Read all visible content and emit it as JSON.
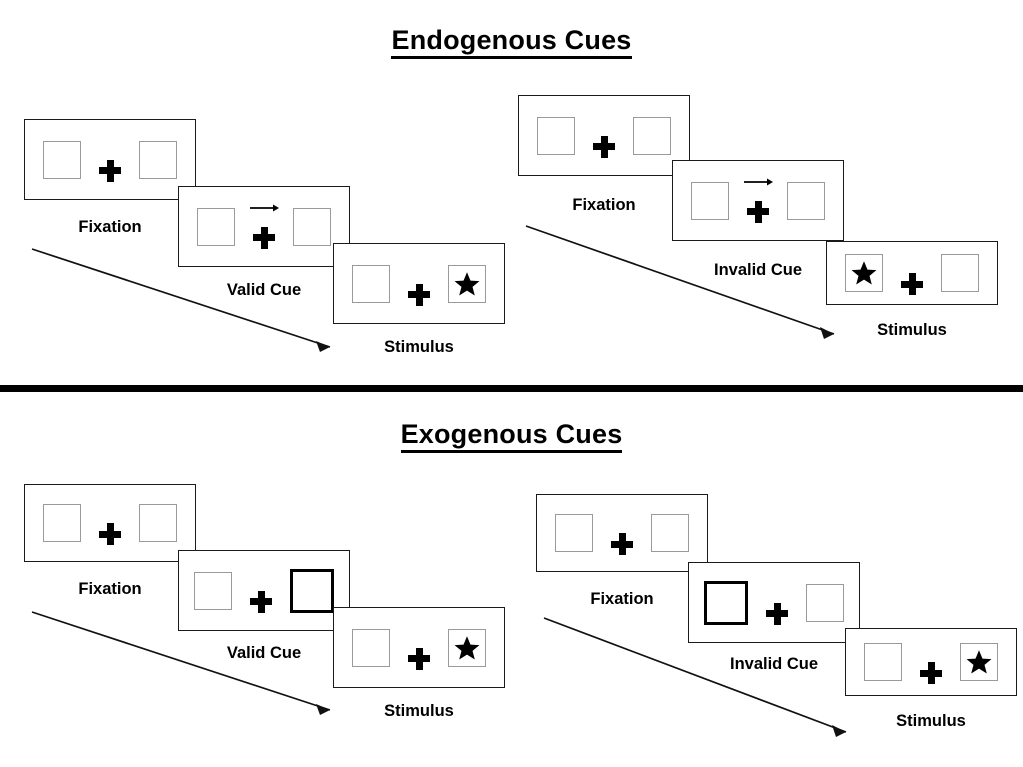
{
  "sections": [
    {
      "id": "endogenous",
      "title": "Endogenous Cues",
      "cue_type": "arrow",
      "trials": [
        {
          "id": "valid",
          "frames": [
            {
              "label": "Fixation",
              "cue": "none",
              "star": "none"
            },
            {
              "label": "Valid Cue",
              "cue": "arrow-right",
              "star": "none"
            },
            {
              "label": "Stimulus",
              "cue": "none",
              "star": "right"
            }
          ]
        },
        {
          "id": "invalid",
          "frames": [
            {
              "label": "Fixation",
              "cue": "none",
              "star": "none"
            },
            {
              "label": "Invalid Cue",
              "cue": "arrow-right",
              "star": "none"
            },
            {
              "label": "Stimulus",
              "cue": "none",
              "star": "left"
            }
          ]
        }
      ]
    },
    {
      "id": "exogenous",
      "title": "Exogenous Cues",
      "cue_type": "box-highlight",
      "trials": [
        {
          "id": "valid",
          "frames": [
            {
              "label": "Fixation",
              "cue": "none",
              "star": "none"
            },
            {
              "label": "Valid Cue",
              "cue": "box-right",
              "star": "none"
            },
            {
              "label": "Stimulus",
              "cue": "none",
              "star": "right"
            }
          ]
        },
        {
          "id": "invalid",
          "frames": [
            {
              "label": "Fixation",
              "cue": "none",
              "star": "none"
            },
            {
              "label": "Invalid Cue",
              "cue": "box-left",
              "star": "none"
            },
            {
              "label": "Stimulus",
              "cue": "none",
              "star": "right"
            }
          ]
        }
      ]
    }
  ],
  "labels": {
    "endogenous_title": "Endogenous Cues",
    "exogenous_title": "Exogenous Cues",
    "fixation": "Fixation",
    "valid_cue": "Valid Cue",
    "invalid_cue": "Invalid Cue",
    "stimulus": "Stimulus"
  },
  "colors": {
    "frame_border": "#1a1a1a",
    "box_border": "#9a9a9a",
    "cued_box_border": "#000000",
    "ink": "#000000",
    "background": "#ffffff"
  }
}
